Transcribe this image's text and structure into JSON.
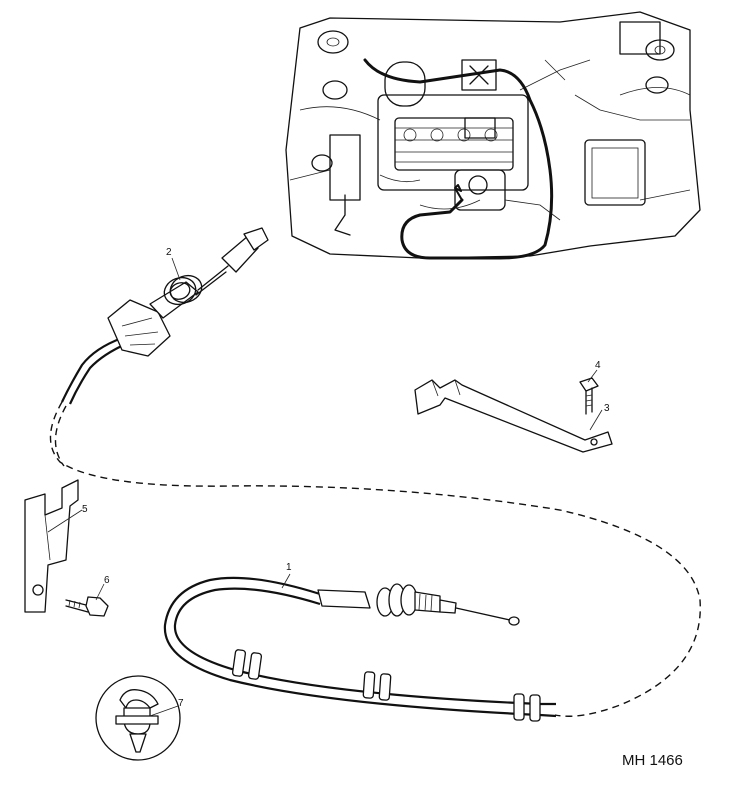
{
  "diagram": {
    "code": "MH 1466",
    "callouts": [
      "1",
      "2",
      "3",
      "4",
      "5",
      "6",
      "7"
    ]
  }
}
